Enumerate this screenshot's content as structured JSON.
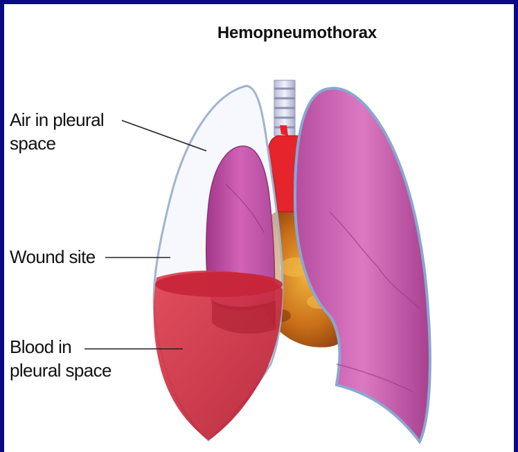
{
  "title": "Hemopneumothorax",
  "labels": {
    "air": [
      "Air in pleural",
      "space"
    ],
    "wound": [
      "Wound site"
    ],
    "blood": [
      "Blood in",
      "pleural space"
    ]
  },
  "colors": {
    "border": "#0a0a86",
    "lung": "#c24ea6",
    "blood": "#d22f44",
    "heart": "#c97a1c",
    "vessel": "#e5242c",
    "pleura_outline": "#9fb3d0"
  }
}
